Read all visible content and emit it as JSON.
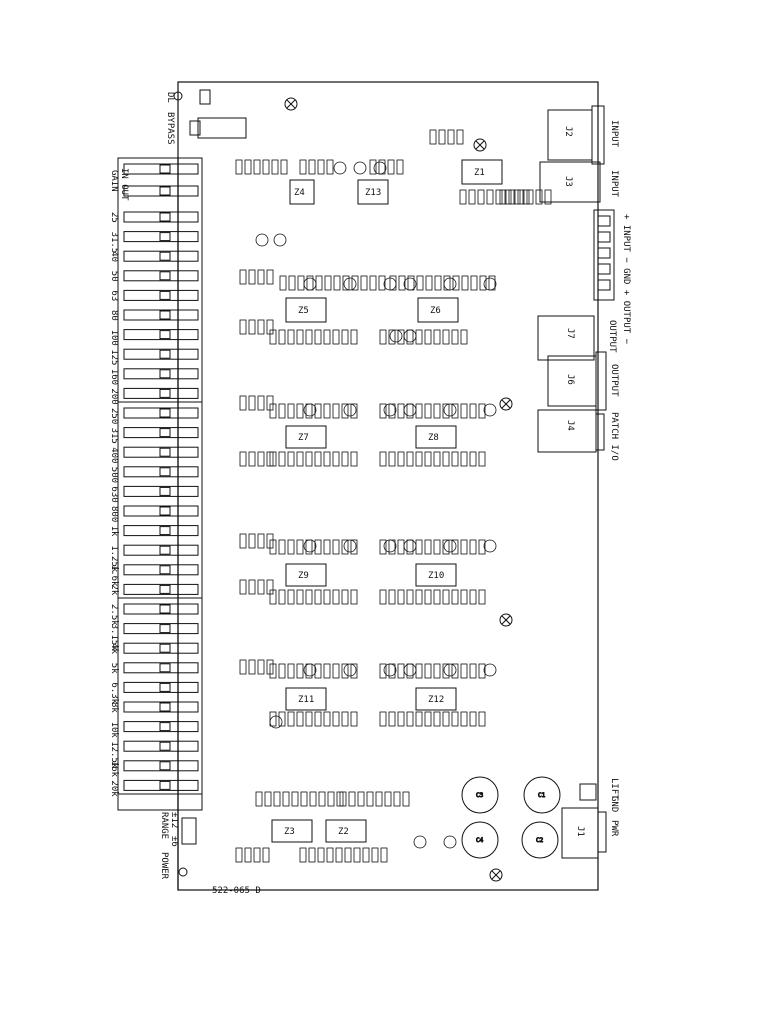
{
  "board": {
    "part_number": "522-065 D",
    "top_labels": [
      "DL",
      "BYPASS"
    ],
    "slider_header": [
      "IN OUT",
      "GAIN"
    ],
    "frequency_labels": [
      "25",
      "31.5",
      "40",
      "50",
      "63",
      "80",
      "100",
      "125",
      "160",
      "200",
      "250",
      "315",
      "400",
      "500",
      "630",
      "800",
      "1k",
      "1.25k",
      "1.6k",
      "2k",
      "2.5k",
      "3.15k",
      "4k",
      "5k",
      "6.3k",
      "8k",
      "10k",
      "12.5k",
      "16k",
      "20k"
    ],
    "bottom_labels": [
      "±12",
      "RANGE",
      "±6",
      "POWER"
    ],
    "connector_labels": {
      "input_top": "INPUT",
      "j2": "J2",
      "input": "INPUT",
      "j3": "J3",
      "terminal": "+ INPUT − GND + OUTPUT −",
      "output_j7": "OUTPUT",
      "j7": "J7",
      "output_j6": "OUTPUT",
      "j6": "J6",
      "patch": "PATCH I/O",
      "j4": "J4",
      "lift": "LIFT",
      "gnd": "GND",
      "pwr": "PWR",
      "j1": "J1"
    },
    "chips": [
      "Z1",
      "Z4",
      "Z13",
      "Z5",
      "Z6",
      "Z7",
      "Z8",
      "Z9",
      "Z10",
      "Z11",
      "Z12",
      "Z3",
      "Z2"
    ],
    "caps": [
      "C3",
      "C1",
      "C4",
      "C2"
    ]
  }
}
